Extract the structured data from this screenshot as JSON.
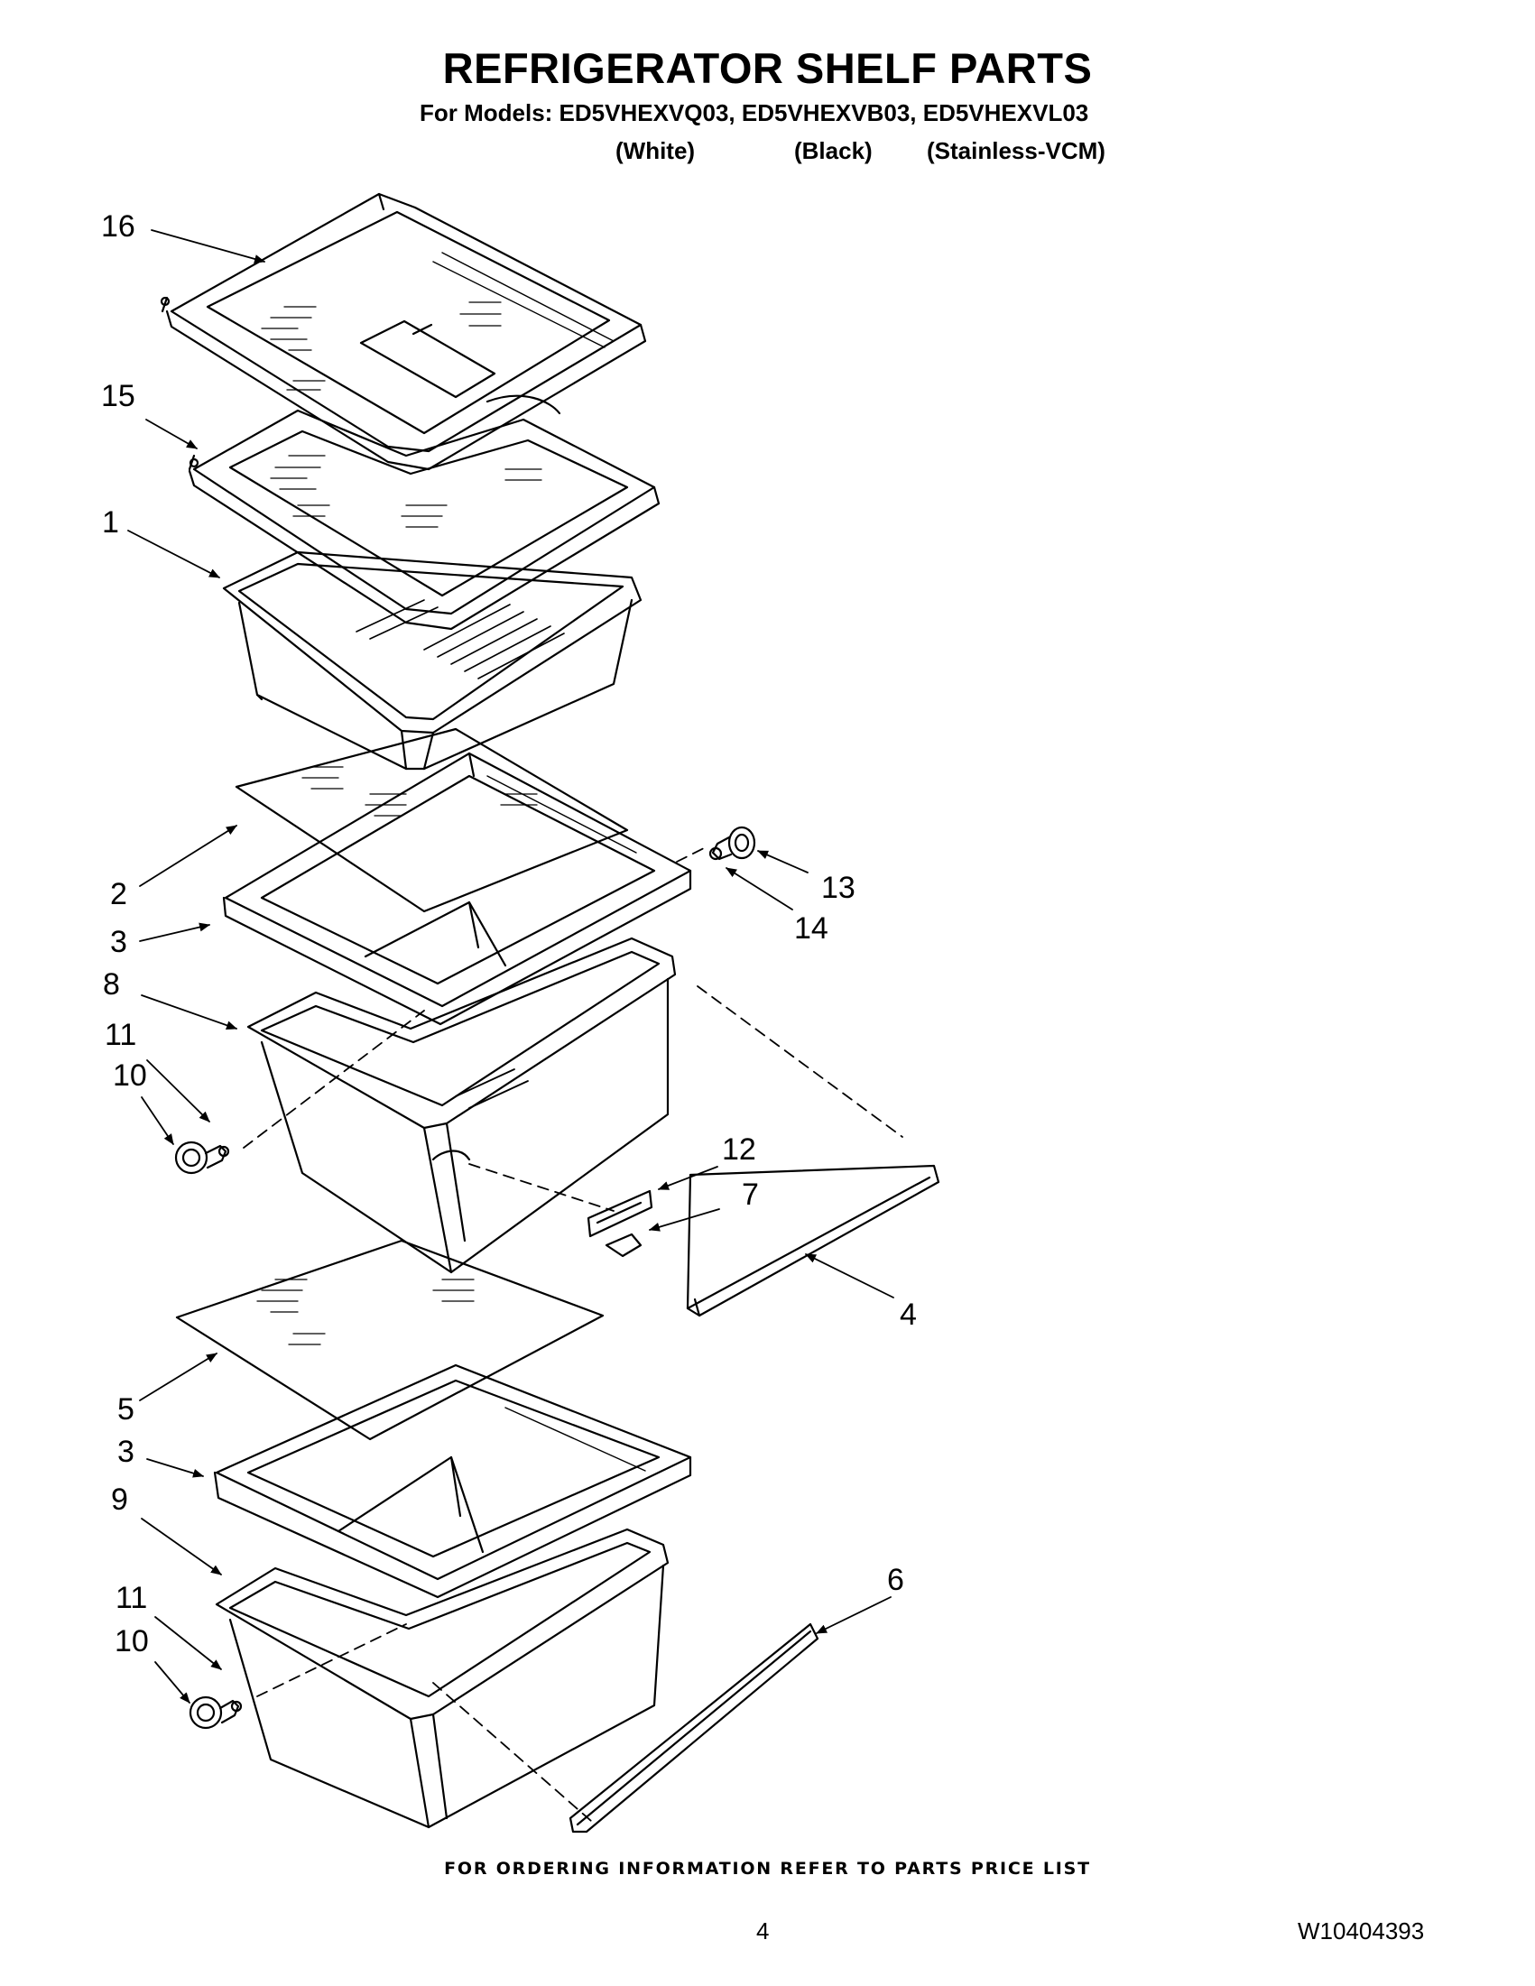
{
  "title": "REFRIGERATOR SHELF PARTS",
  "models_line": "For Models: ED5VHEXVQ03, ED5VHEXVB03, ED5VHEXVL03",
  "variants": [
    "(White)",
    "(Black)",
    "(Stainless-VCM)"
  ],
  "callouts": {
    "c16": "16",
    "c15": "15",
    "c1": "1",
    "c2": "2",
    "c3a": "3",
    "c8": "8",
    "c11a": "11",
    "c10a": "10",
    "c13": "13",
    "c14": "14",
    "c12": "12",
    "c7": "7",
    "c4": "4",
    "c5": "5",
    "c3b": "3",
    "c9": "9",
    "c6": "6",
    "c11b": "11",
    "c10b": "10"
  },
  "footer": "FOR ORDERING INFORMATION REFER TO PARTS PRICE LIST",
  "page_number": "4",
  "doc_number": "W10404393"
}
